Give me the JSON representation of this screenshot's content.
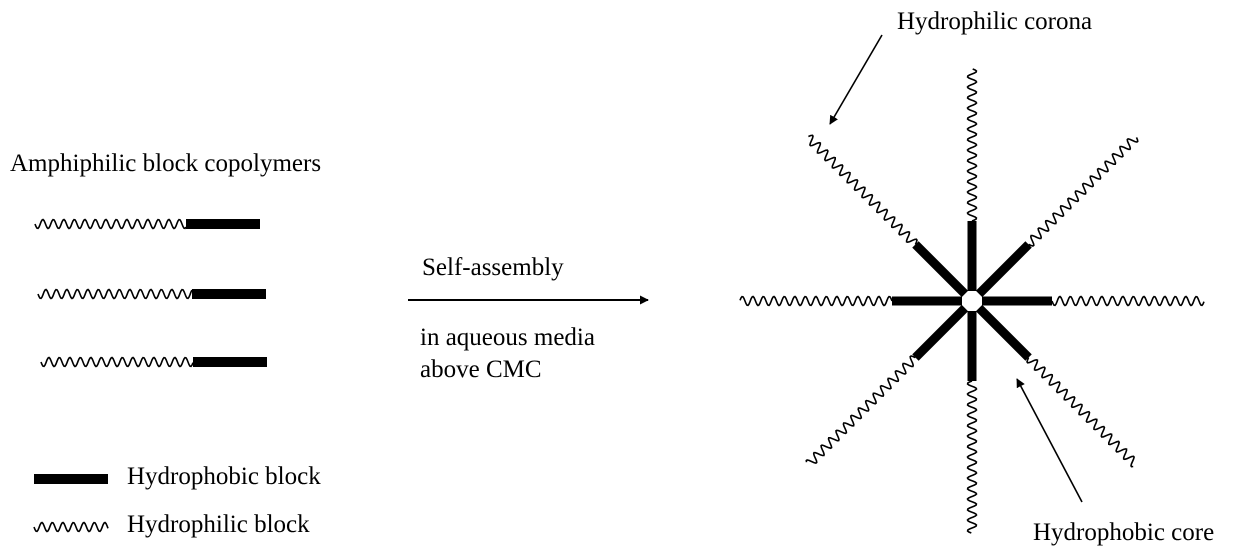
{
  "title": "Amphiphilic block copolymers",
  "process": {
    "label_top": "Self-assembly",
    "label_bottom_line1": "in aqueous media",
    "label_bottom_line2": "above CMC"
  },
  "legend": {
    "hydrophobic": "Hydrophobic block",
    "hydrophilic": "Hydrophilic block"
  },
  "micelle": {
    "corona_label": "Hydrophilic corona",
    "core_label": "Hydrophobic core"
  },
  "colors": {
    "ink": "#000000",
    "background": "#ffffff"
  }
}
